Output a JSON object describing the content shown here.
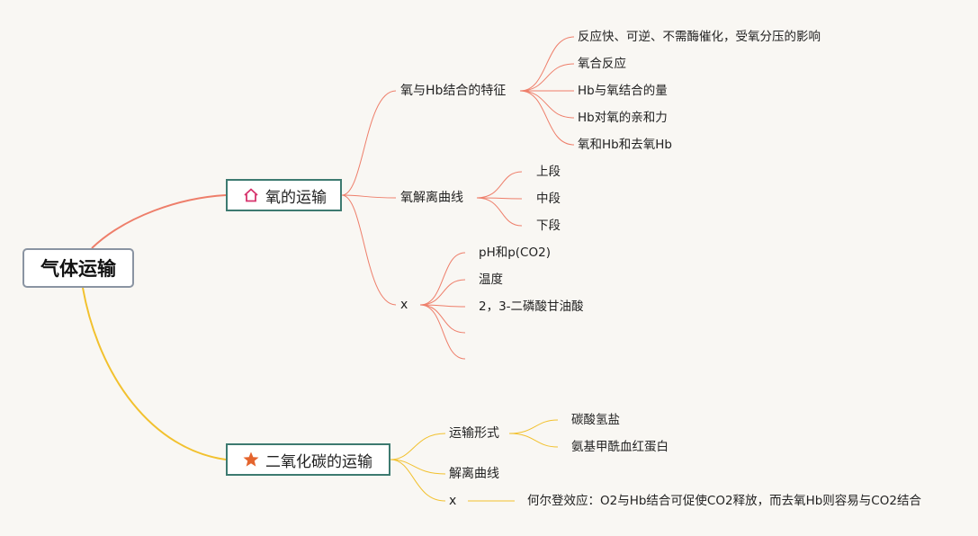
{
  "root": {
    "label": "气体运输"
  },
  "colors": {
    "oxygen_branch": "#ee7e6a",
    "co2_branch": "#f2c12e",
    "box_border": "#3d7a70"
  },
  "oxygen": {
    "icon": "home-icon",
    "label": "氧的运输",
    "features": {
      "label": "氧与Hb结合的特征",
      "items": [
        "反应快、可逆、不需酶催化，受氧分压的影响",
        "氧合反应",
        "Hb与氧结合的量",
        "Hb对氧的亲和力",
        "氧和Hb和去氧Hb"
      ]
    },
    "curve": {
      "label": "氧解离曲线",
      "items": [
        "上段",
        "中段",
        "下段"
      ]
    },
    "factors": {
      "label": "x",
      "items": [
        "pH和p(CO2)",
        "温度",
        "2，3-二磷酸甘油酸",
        "",
        ""
      ]
    }
  },
  "co2": {
    "icon": "star-icon",
    "label": "二氧化碳的运输",
    "forms": {
      "label": "运输形式",
      "items": [
        "碳酸氢盐",
        "氨基甲酰血红蛋白"
      ]
    },
    "curve": {
      "label": "解离曲线"
    },
    "effect": {
      "label": "x",
      "item": "何尔登效应：O2与Hb结合可促使CO2释放，而去氧Hb则容易与CO2结合"
    }
  }
}
